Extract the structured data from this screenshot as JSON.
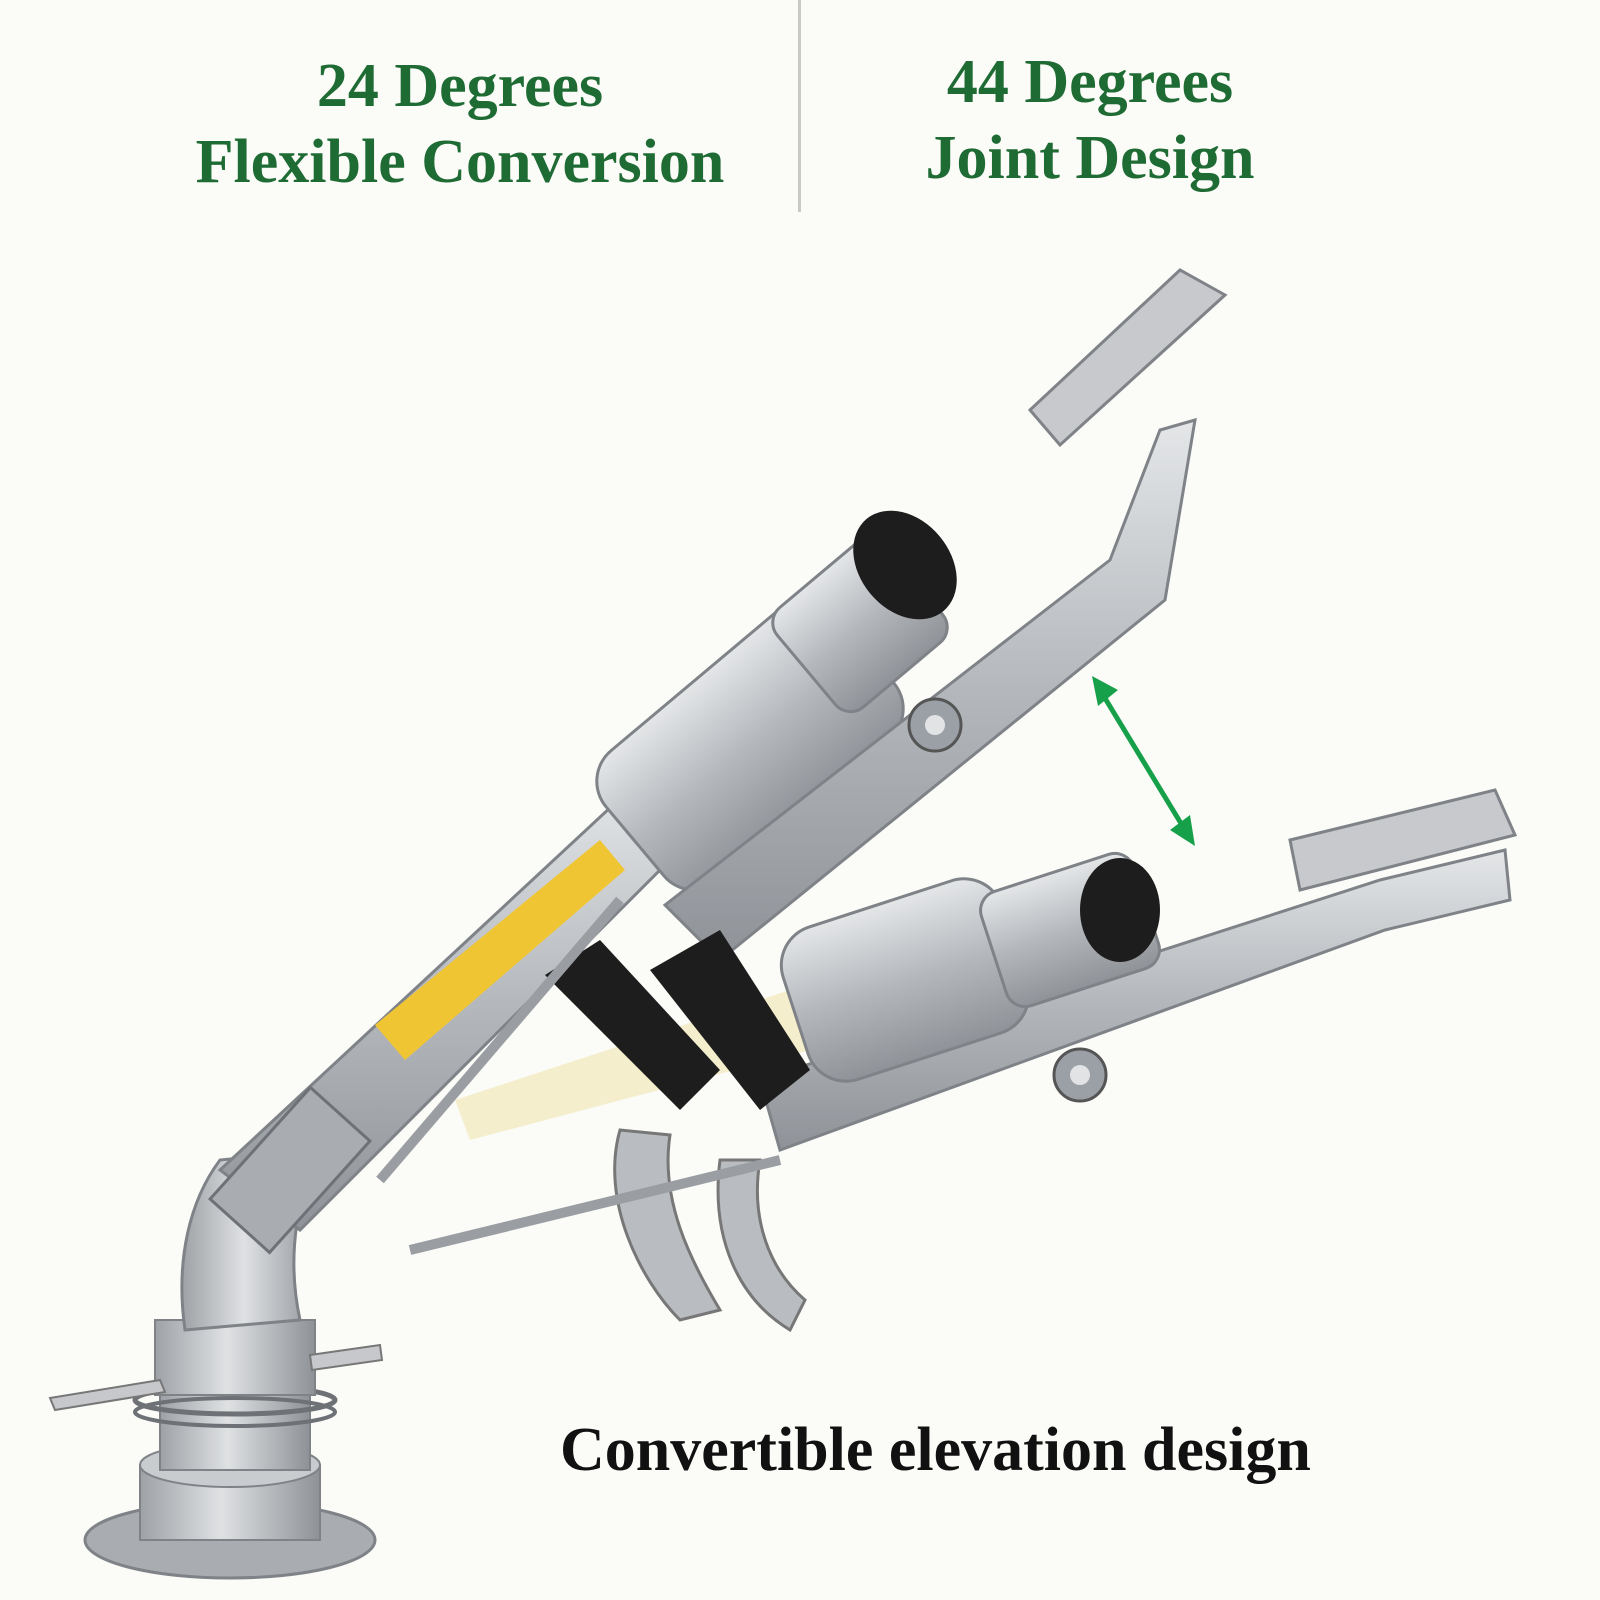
{
  "header": {
    "left": {
      "line1": "24 Degrees",
      "line2": "Flexible Conversion"
    },
    "right": {
      "line1": "44 Degrees",
      "line2": "Joint Design"
    }
  },
  "caption": "Convertible elevation design",
  "colors": {
    "heading_green": "#1f6b34",
    "arrow_green": "#17a04a",
    "metal": "#b9bcbf",
    "black_parts": "#1d1d1d",
    "yellow_label": "#f0c534"
  },
  "icons": {
    "arrow": "double-headed-arrow-icon"
  }
}
